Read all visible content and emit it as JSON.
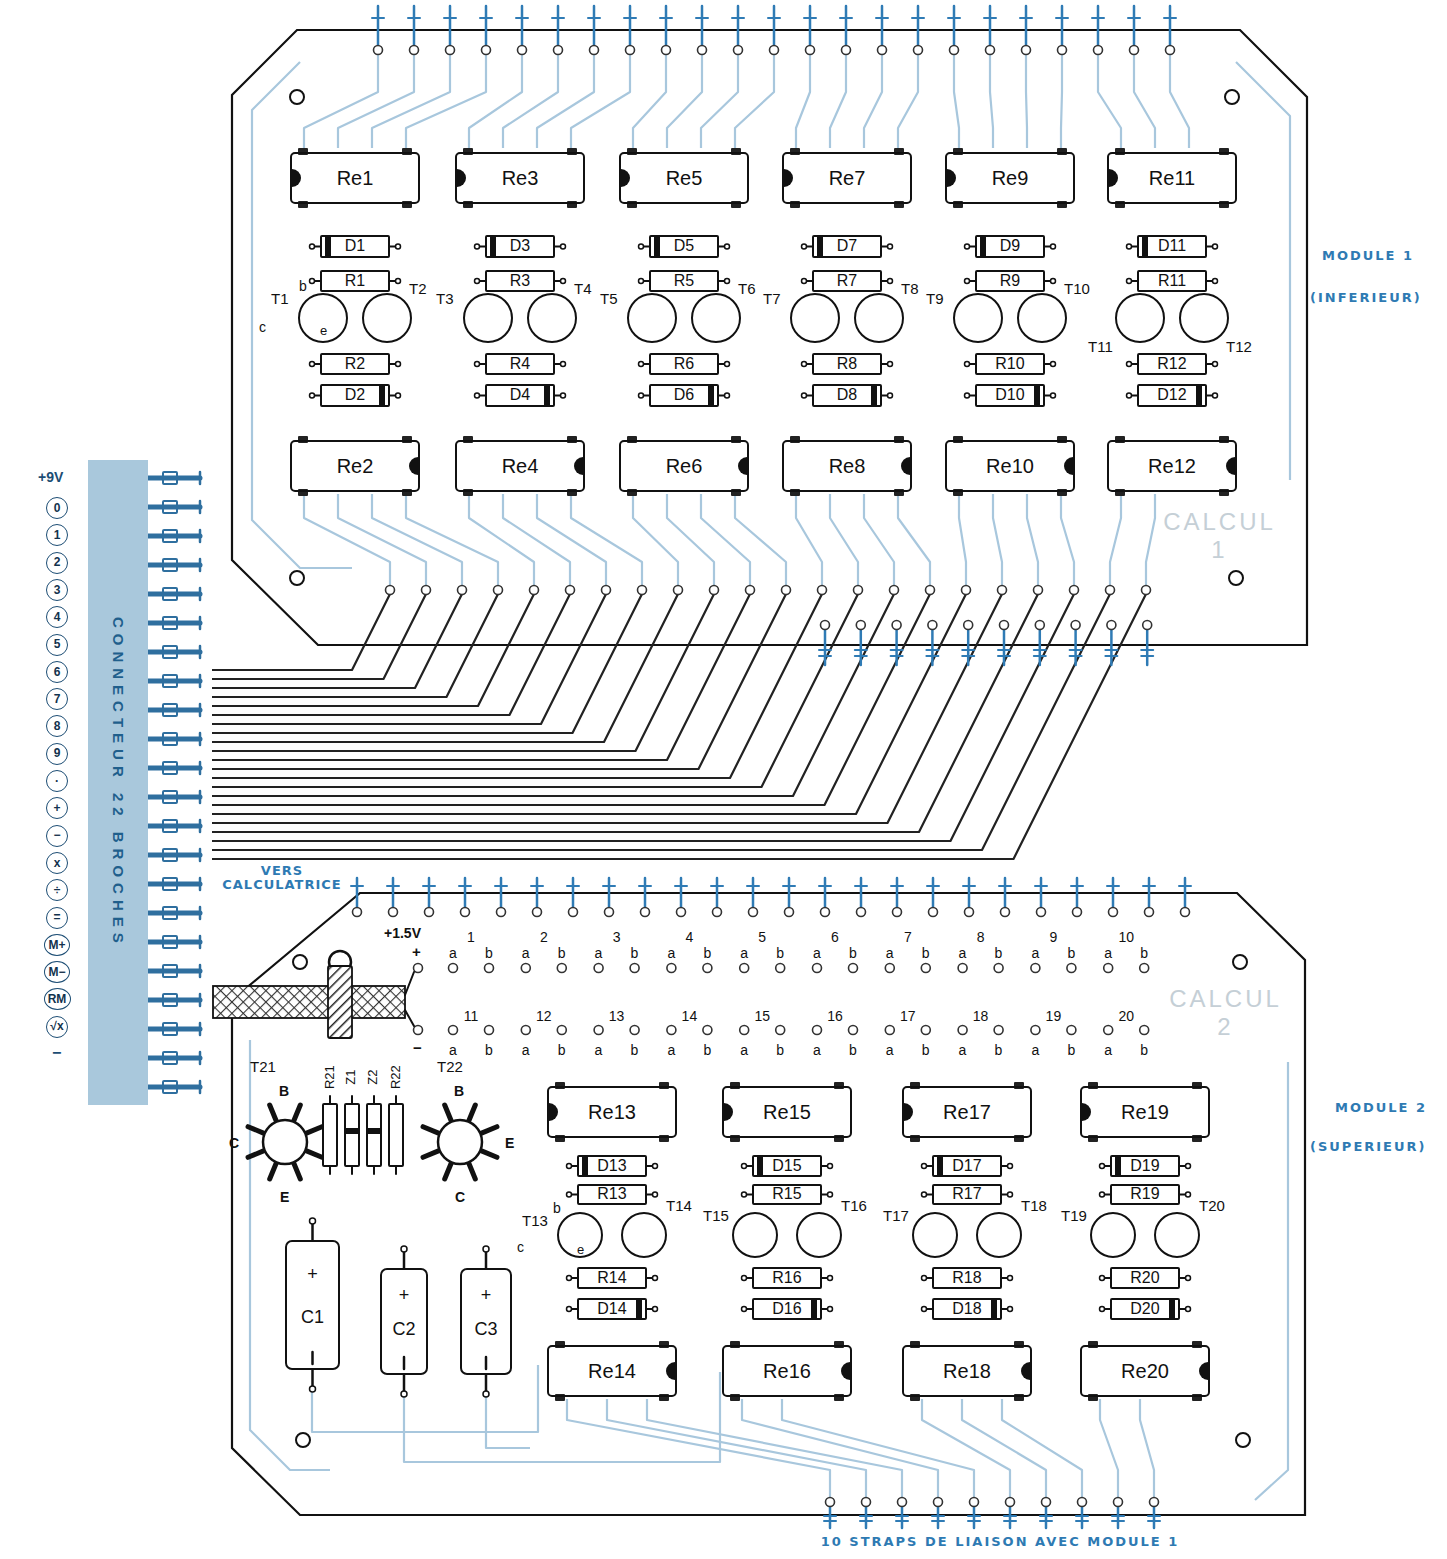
{
  "diagram": {
    "nodes": [
      {
        "text": [
          "CALCUL 1"
        ]
      },
      {
        "text": [
          "Re1"
        ],
        "in": 0
      },
      {
        "text": [
          "Re3"
        ],
        "in": 0
      },
      {
        "text": [
          "Re5"
        ],
        "in": 0
      },
      {
        "text": [
          "Re7"
        ],
        "in": 0
      },
      {
        "text": [
          "Re9"
        ],
        "in": 0
      },
      {
        "text": [
          "Re11"
        ],
        "in": 0
      },
      {
        "text": [
          "D1"
        ],
        "in": 0
      },
      {
        "text": [
          "D3"
        ],
        "in": 0
      },
      {
        "text": [
          "D5"
        ],
        "in": 0
      },
      {
        "text": [
          "D7"
        ],
        "in": 0
      },
      {
        "text": [
          "D9"
        ],
        "in": 0
      },
      {
        "text": [
          "D11"
        ],
        "in": 0
      },
      {
        "text": [
          "R1"
        ],
        "in": 0
      },
      {
        "text": [
          "R3"
        ],
        "in": 0
      },
      {
        "text": [
          "R5"
        ],
        "in": 0
      },
      {
        "text": [
          "R7"
        ],
        "in": 0
      },
      {
        "text": [
          "R9"
        ],
        "in": 0
      },
      {
        "text": [
          "R11"
        ],
        "in": 0
      },
      {
        "text": [
          "R2"
        ],
        "in": 0
      },
      {
        "text": [
          "R4"
        ],
        "in": 0
      },
      {
        "text": [
          "R6"
        ],
        "in": 0
      },
      {
        "text": [
          "R8"
        ],
        "in": 0
      },
      {
        "text": [
          "R10"
        ],
        "in": 0
      },
      {
        "text": [
          "R12"
        ],
        "in": 0
      },
      {
        "text": [
          "D2"
        ],
        "in": 0
      },
      {
        "text": [
          "D4"
        ],
        "in": 0
      },
      {
        "text": [
          "D6"
        ],
        "in": 0
      },
      {
        "text": [
          "D8"
        ],
        "in": 0
      },
      {
        "text": [
          "D10"
        ],
        "in": 0
      },
      {
        "text": [
          "D12"
        ],
        "in": 0
      },
      {
        "text": [
          "Re2"
        ],
        "in": 0
      },
      {
        "text": [
          "Re4"
        ],
        "in": 0
      },
      {
        "text": [
          "Re6"
        ],
        "in": 0
      },
      {
        "text": [
          "Re8"
        ],
        "in": 0
      },
      {
        "text": [
          "Re10"
        ],
        "in": 0
      },
      {
        "text": [
          "Re12"
        ],
        "in": 0
      },
      {
        "text": [
          "CONNECTEUR 22 BROCHES"
        ]
      },
      {
        "text": [
          "0"
        ]
      },
      {
        "text": [
          "1"
        ]
      },
      {
        "text": [
          "2"
        ]
      },
      {
        "text": [
          "3"
        ]
      },
      {
        "text": [
          "4"
        ]
      },
      {
        "text": [
          "5"
        ]
      },
      {
        "text": [
          "6"
        ]
      },
      {
        "text": [
          "7"
        ]
      },
      {
        "text": [
          "8"
        ]
      },
      {
        "text": [
          "9"
        ]
      },
      {
        "text": [
          "·"
        ]
      },
      {
        "text": [
          "+"
        ]
      },
      {
        "text": [
          "−"
        ]
      },
      {
        "text": [
          "x"
        ]
      },
      {
        "text": [
          "÷"
        ]
      },
      {
        "text": [
          "="
        ]
      },
      {
        "text": [
          "M+"
        ]
      },
      {
        "text": [
          "M−"
        ]
      },
      {
        "text": [
          "RM"
        ]
      },
      {
        "text": [
          "√x"
        ]
      },
      {
        "text": [
          "CALCUL 2"
        ]
      },
      {
        "text": [
          "Re13"
        ],
        "in": 58
      },
      {
        "text": [
          "Re15"
        ],
        "in": 58
      },
      {
        "text": [
          "Re17"
        ],
        "in": 58
      },
      {
        "text": [
          "Re19"
        ],
        "in": 58
      },
      {
        "text": [
          "D13"
        ],
        "in": 58
      },
      {
        "text": [
          "D15"
        ],
        "in": 58
      },
      {
        "text": [
          "D17"
        ],
        "in": 58
      },
      {
        "text": [
          "D19"
        ],
        "in": 58
      },
      {
        "text": [
          "R13"
        ],
        "in": 58
      },
      {
        "text": [
          "R15"
        ],
        "in": 58
      },
      {
        "text": [
          "R17"
        ],
        "in": 58
      },
      {
        "text": [
          "R19"
        ],
        "in": 58
      },
      {
        "text": [
          "+",
          "C1"
        ],
        "in": 58
      },
      {
        "text": [
          "+",
          "C2"
        ],
        "in": 58
      },
      {
        "text": [
          "+",
          "C3"
        ],
        "in": 58
      },
      {
        "text": [
          "R14"
        ],
        "in": 58
      },
      {
        "text": [
          "R16"
        ],
        "in": 58
      },
      {
        "text": [
          "R18"
        ],
        "in": 58
      },
      {
        "text": [
          "R20"
        ],
        "in": 58
      },
      {
        "text": [
          "D14"
        ],
        "in": 58
      },
      {
        "text": [
          "D16"
        ],
        "in": 58
      },
      {
        "text": [
          "D18"
        ],
        "in": 58
      },
      {
        "text": [
          "D20"
        ],
        "in": 58
      },
      {
        "text": [
          "Re14"
        ],
        "in": 58
      },
      {
        "text": [
          "Re16"
        ],
        "in": 58
      },
      {
        "text": [
          "Re18"
        ],
        "in": 58
      },
      {
        "text": [
          "Re20"
        ],
        "in": 58
      }
    ],
    "labels": [
      "T1",
      "b",
      "c",
      "e",
      "T2",
      "T3",
      "T4",
      "T5",
      "T6",
      "T7",
      "T8",
      "T9",
      "T10",
      "T11",
      "T12",
      "MODULE 1",
      "(INFERIEUR)",
      "+9V",
      "−",
      "VERS CALCULATRICE",
      "+1.5V",
      "+",
      "a",
      "1",
      "b",
      "a",
      "2",
      "b",
      "a",
      "3",
      "b",
      "a",
      "4",
      "b",
      "a",
      "5",
      "b",
      "a",
      "6",
      "b",
      "a",
      "7",
      "b",
      "a",
      "8",
      "b",
      "a",
      "9",
      "b",
      "a",
      "10",
      "b",
      "11",
      "12",
      "13",
      "14",
      "15",
      "16",
      "17",
      "18",
      "19",
      "20",
      "−",
      "a",
      "b",
      "a",
      "b",
      "a",
      "b",
      "a",
      "b",
      "a",
      "b",
      "a",
      "b",
      "a",
      "b",
      "a",
      "b",
      "a",
      "b",
      "a",
      "b",
      "T21",
      "R21",
      "Z1",
      "Z2",
      "R22",
      "T22",
      "B",
      "B",
      "C",
      "E",
      "E",
      "C",
      "T13",
      "b",
      "T14",
      "T15",
      "T16",
      "T17",
      "T18",
      "T19",
      "T20",
      "c",
      "e",
      "MODULE 2",
      "(SUPERIEUR)",
      "10 STRAPS DE LIAISON AVEC MODULE 1"
    ]
  }
}
